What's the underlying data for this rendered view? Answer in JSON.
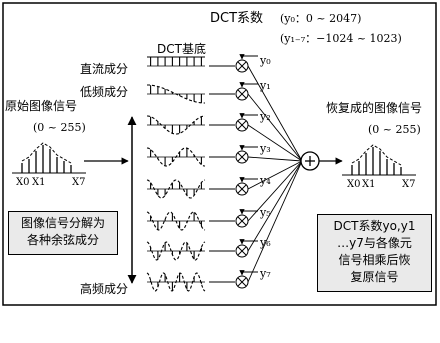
{
  "header": {
    "coeff_title": "DCT系数",
    "range_y0": "(y₀：0 ~ 2047)",
    "range_y17": "(y₁₋₇：−1024 ~ 1023)",
    "basis_title": "DCT基底"
  },
  "components": {
    "dc": "直流成分",
    "low": "低频成分",
    "high": "高频成分"
  },
  "coeff_labels": [
    "y₀",
    "y₁",
    "y₂",
    "y₃",
    "y₄",
    "y₅",
    "y₆",
    "y₇"
  ],
  "input": {
    "title": "原始图像信号",
    "range": "(0 ~ 255)",
    "x_labels": [
      "X0",
      "X1",
      "X7"
    ]
  },
  "output": {
    "title": "恢复成的图像信号",
    "range": "(0 ~ 255)",
    "x_labels": [
      "X0",
      "X1",
      "X7"
    ]
  },
  "note_left": [
    "图像信号分解为",
    "各种余弦成分"
  ],
  "note_right": [
    "DCT系数yo,y1",
    "…y7与各像元",
    "信号相乘后恢",
    "复原信号"
  ]
}
